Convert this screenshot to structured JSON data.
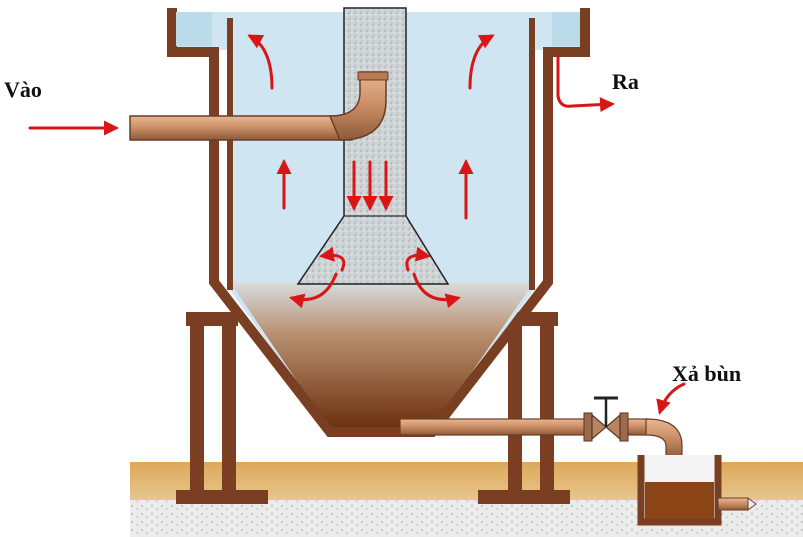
{
  "labels": {
    "inlet": "Vào",
    "outlet": "Ra",
    "sludge_discharge": "Xả bùn"
  },
  "colors": {
    "tank_wall": "#7a3e22",
    "water": "#cfe5f2",
    "pipe": "#c98c64",
    "flow_arrow": "#d81616",
    "sludge": "#7a3a12",
    "ground": "#d9a657",
    "gravel": "#e6e6e6"
  },
  "icons": {
    "valve": "gate-valve-icon",
    "arrow": "flow-arrow-icon"
  }
}
